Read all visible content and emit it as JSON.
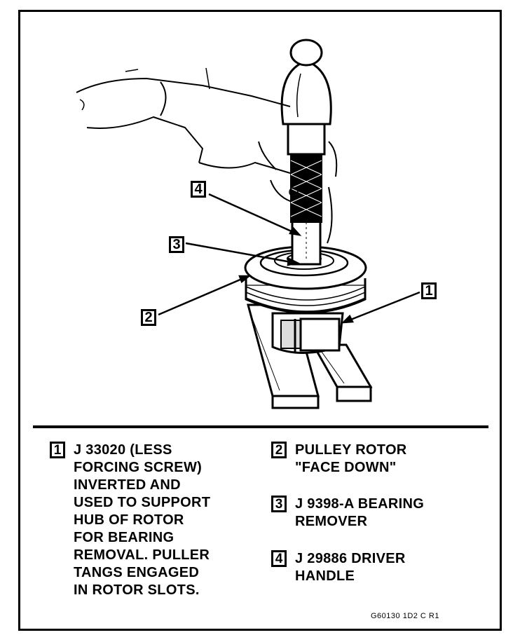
{
  "callouts": {
    "c1": "1",
    "c2": "2",
    "c3": "3",
    "c4": "4"
  },
  "legend": [
    {
      "number": "1",
      "text": "J 33020 (LESS\nFORCING SCREW)\nINVERTED AND\nUSED TO SUPPORT\nHUB OF ROTOR\nFOR BEARING\nREMOVAL. PULLER\nTANGS ENGAGED\nIN ROTOR SLOTS."
    },
    {
      "number": "2",
      "text": "PULLEY ROTOR\n\"FACE DOWN\""
    },
    {
      "number": "3",
      "text": "J 9398-A BEARING\nREMOVER"
    },
    {
      "number": "4",
      "text": "J 29886 DRIVER\nHANDLE"
    }
  ],
  "figure_code": "G60130 1D2 C R1"
}
